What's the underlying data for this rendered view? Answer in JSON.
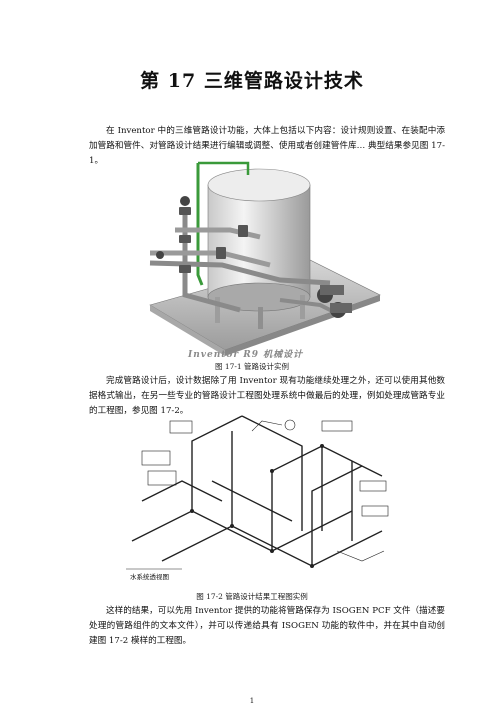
{
  "title": "第 17  三维管路设计技术",
  "paragraphs": [
    "在 Inventor 中的三维管路设计功能，大体上包括以下内容：设计规则设置、在装配中添加管路和管件、对管路设计结果进行编辑或调整、使用或者创建管件库… 典型结果参见图 17-1。",
    "完成管路设计后，设计数据除了用 Inventor 现有功能继续处理之外，还可以使用其他数据格式输出，在另一些专业的管路设计工程图处理系统中做最后的处理，例如处理成管路专业的工程图，参见图 17-2。",
    "这样的结果，可以先用 Inventor 提供的功能将管路保存为 ISOGEN PCF 文件（描述要处理的管路组件的文本文件），并可以传递给具有 ISOGEN 功能的软件中，并在其中自动创建图 17-2 模样的工程图。"
  ],
  "figures": [
    {
      "caption": "图 17-1  管路设计实例",
      "watermark": "Inventor R9 机械设计"
    },
    {
      "caption": "图 17-2  管路设计结果工程图实例",
      "drawing_label": "水系统透视图"
    }
  ],
  "page_number": "1"
}
